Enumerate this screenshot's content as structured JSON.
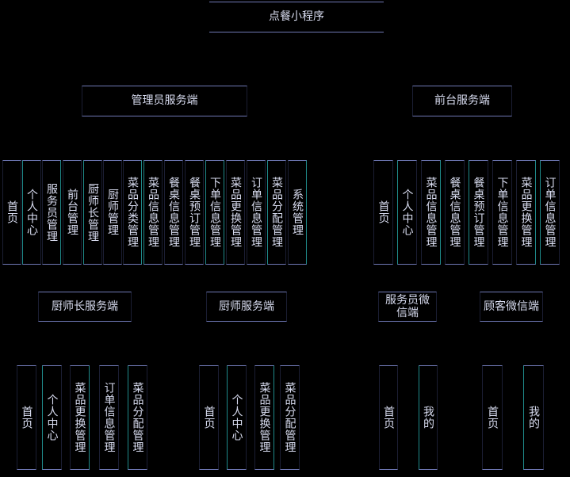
{
  "root": {
    "label": "点餐小程序"
  },
  "admin": {
    "label": "管理员服务端",
    "modules": [
      "首页",
      "个人中心",
      "服务员管理",
      "前台管理",
      "厨师长管理",
      "厨师管理",
      "菜品分类管理",
      "菜品信息管理",
      "餐桌信息管理",
      "餐桌预订管理",
      "下单信息管理",
      "菜品更换管理",
      "订单信息管理",
      "菜品分配管理",
      "系统管理"
    ]
  },
  "front": {
    "label": "前台服务端",
    "modules": [
      "首页",
      "个人中心",
      "菜品信息管理",
      "餐桌信息管理",
      "餐桌预订管理",
      "下单信息管理",
      "菜品更换管理",
      "订单信息管理"
    ]
  },
  "headchef": {
    "label": "厨师长服务端",
    "modules": [
      "首页",
      "个人中心",
      "菜品更换管理",
      "订单信息管理",
      "菜品分配管理"
    ]
  },
  "chef": {
    "label": "厨师服务端",
    "modules": [
      "首页",
      "个人中心",
      "菜品更换管理",
      "菜品分配管理"
    ]
  },
  "waiter": {
    "label": "服务员微信端",
    "modules": [
      "首页",
      "我的"
    ]
  },
  "customer": {
    "label": "顾客微信端",
    "modules": [
      "首页",
      "我的"
    ]
  }
}
